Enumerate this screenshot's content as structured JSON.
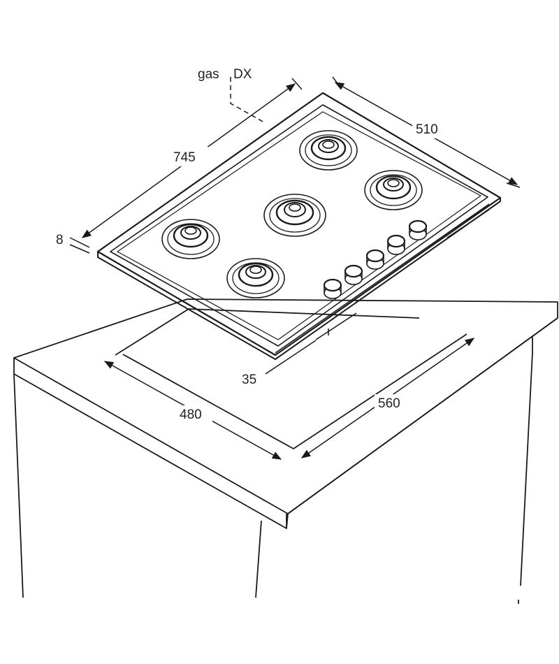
{
  "labels": {
    "gas": "gas",
    "side": "DX",
    "width": "745",
    "depth": "510",
    "thickness": "8",
    "cutout_offset": "35",
    "cutout_depth": "480",
    "cutout_width": "560"
  },
  "colors": {
    "line": "#1a1a1a",
    "background": "#ffffff"
  },
  "hob": {
    "burner_count": 5,
    "knob_count": 5
  }
}
